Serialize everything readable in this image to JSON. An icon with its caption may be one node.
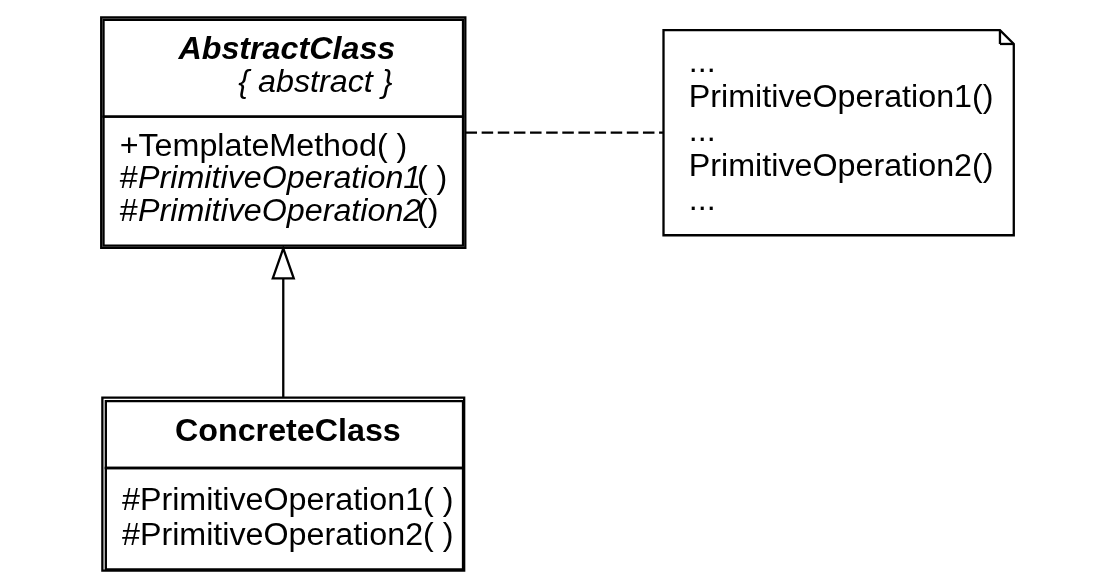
{
  "diagram": {
    "nodes": [
      {
        "text": [
          "AbstractClass",
          "{ abstract }",
          "+TemplateMethod( )",
          "#*PrimitiveOperation1*( )",
          "#*PrimitiveOperation2*()"
        ]
      },
      {
        "text": [
          "ConcreteClass",
          "#PrimitiveOperation1( )",
          "#PrimitiveOperation2( )"
        ]
      },
      {
        "text": [
          "...",
          "PrimitiveOperation1()",
          "...",
          "PrimitiveOperation2()",
          "..."
        ]
      }
    ],
    "edges": [
      {
        "from": 1,
        "to": 0,
        "arrow": "to"
      },
      {
        "from": 0,
        "to": 2,
        "arrow": "none",
        "style": "dashed"
      }
    ]
  }
}
